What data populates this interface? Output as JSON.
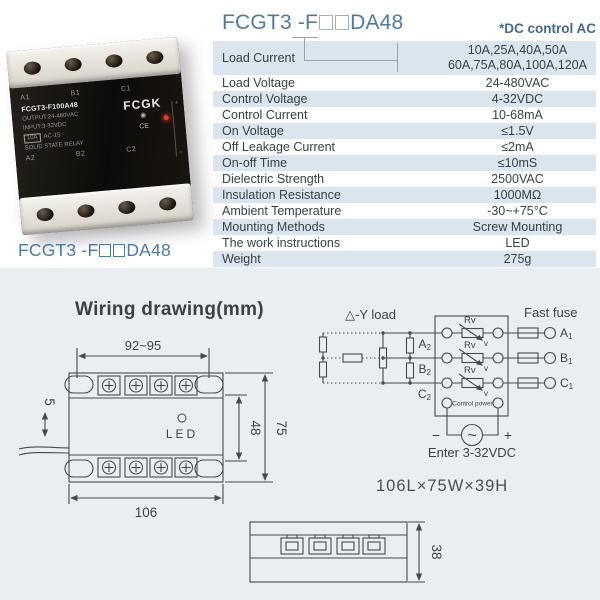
{
  "header": {
    "title_prefix": "FCGT3 -F",
    "title_suffix": "DA48",
    "note": "*DC control AC"
  },
  "photo": {
    "caption_prefix": "FCGT3 -F",
    "caption_suffix": "DA48",
    "top_terminals": [
      "A1",
      "B1",
      "C1"
    ],
    "bottom_terminals": [
      "A2",
      "B2",
      "C2"
    ],
    "model": "FCGT3-F100A48",
    "output_line": "OUTPUT:24-480VAC",
    "input_line": "INPUT:3-32VDC",
    "rating_box": "10A",
    "rating_suffix": "AC-15",
    "series_label": "SOLID STATE RELAY",
    "brand": "FCGK",
    "cert_mark": "◉",
    "ce_mark": "CE",
    "plus": "+",
    "minus": "−"
  },
  "specs": {
    "rows": [
      {
        "label": "Load Current",
        "value": "10A,25A,40A,50A\n60A,75A,80A,100A,120A"
      },
      {
        "label": "Load Voltage",
        "value": "24-480VAC"
      },
      {
        "label": "Control Voltage",
        "value": "4-32VDC"
      },
      {
        "label": "Control Current",
        "value": "10-68mA"
      },
      {
        "label": "On Voltage",
        "value": "≤1.5V"
      },
      {
        "label": "Off Leakage Current",
        "value": "≤2mA"
      },
      {
        "label": "On-off Time",
        "value": "≤10mS"
      },
      {
        "label": "Dielectric Strength",
        "value": "2500VAC"
      },
      {
        "label": "Insulation Resistance",
        "value": "1000MΩ"
      },
      {
        "label": "Ambient Temperature",
        "value": "-30~+75°C"
      },
      {
        "label": "Mounting Methods",
        "value": "Screw Mounting"
      },
      {
        "label": "The work instructions",
        "value": "LED"
      },
      {
        "label": "Weight",
        "value": "275g"
      }
    ]
  },
  "wiring": {
    "heading": "Wiring drawing(mm)",
    "size_label": "106L×75W×39H",
    "front": {
      "dim_top": "92~95",
      "dim_left": "5",
      "dim_inner": "48",
      "dim_right": "75",
      "dim_bottom": "106",
      "led_label": "LED"
    },
    "side": {
      "dim_height": "38"
    },
    "circuit": {
      "load_label": "△-Y load",
      "fuse_label": "Fast fuse",
      "rv_label": "Rv",
      "v_label": "v",
      "in_a": "A",
      "in_b": "B",
      "in_c": "C",
      "in_sub": "2",
      "out_a": "A",
      "out_b": "B",
      "out_c": "C",
      "out_sub": "1",
      "control_label": "Control power",
      "source_label": "Enter 3-32VDC",
      "minus": "−",
      "plus": "+",
      "ac": "~"
    }
  },
  "colors": {
    "accent": "#4d7aa0",
    "row_tint": "#dbe5ee",
    "section_bg": "#e9eef1",
    "line": "#454b51",
    "led": "#e8392a"
  }
}
